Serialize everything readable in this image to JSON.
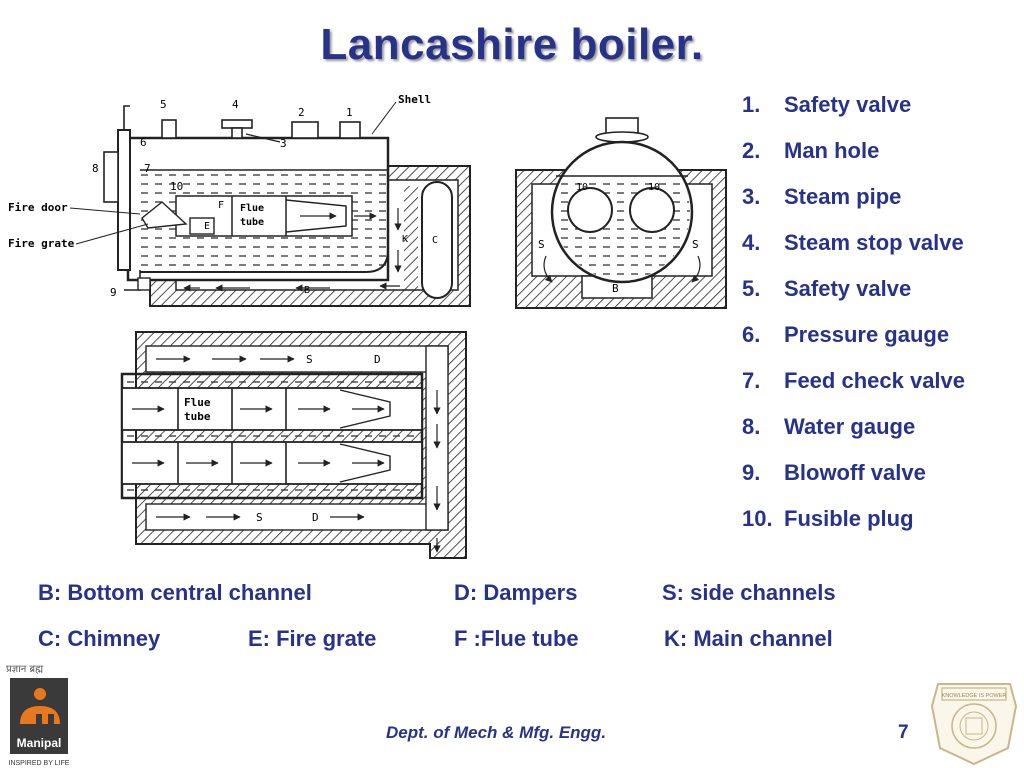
{
  "title": "Lancashire boiler.",
  "parts": [
    {
      "num": "1.",
      "label": "Safety valve"
    },
    {
      "num": "2.",
      "label": "Man hole"
    },
    {
      "num": "3.",
      "label": "Steam pipe"
    },
    {
      "num": "4.",
      "label": "Steam stop valve"
    },
    {
      "num": "5.",
      "label": "Safety valve"
    },
    {
      "num": "6.",
      "label": "Pressure gauge"
    },
    {
      "num": "7.",
      "label": "Feed check valve"
    },
    {
      "num": "8.",
      "label": "Water gauge"
    },
    {
      "num": "9.",
      "label": "Blowoff valve"
    },
    {
      "num": "10.",
      "label": "Fusible plug"
    }
  ],
  "legend": {
    "b": "B: Bottom central channel",
    "d": "D: Dampers",
    "s": "S: side channels",
    "c": "C: Chimney",
    "e": "E: Fire grate",
    "f": "F :Flue tube",
    "k": "K: Main channel"
  },
  "diagram_labels": {
    "shell": "Shell",
    "fire_door": "Fire door",
    "fire_grate": "Fire grate",
    "flue": "Flue",
    "tube": "tube",
    "letter_b": "B",
    "letter_c": "C",
    "letter_d": "D",
    "letter_e": "E",
    "letter_f": "F",
    "letter_k": "K",
    "letter_s": "S",
    "n1": "1",
    "n2": "2",
    "n3": "3",
    "n4": "4",
    "n5": "5",
    "n6": "6",
    "n7": "7",
    "n8": "8",
    "n9": "9",
    "n10": "10"
  },
  "footer": "Dept. of Mech & Mfg. Engg.",
  "page_number": "7",
  "logo_left": {
    "script_text": "प्रज्ञान ब्रह्म",
    "name": "Manipal",
    "tagline": "INSPIRED BY LIFE"
  },
  "logo_right": {
    "motto": "KNOWLEDGE IS POWER"
  },
  "colors": {
    "text": "#27338a",
    "logo_orange": "#e8781e",
    "logo_dark": "#3a3a3a"
  }
}
